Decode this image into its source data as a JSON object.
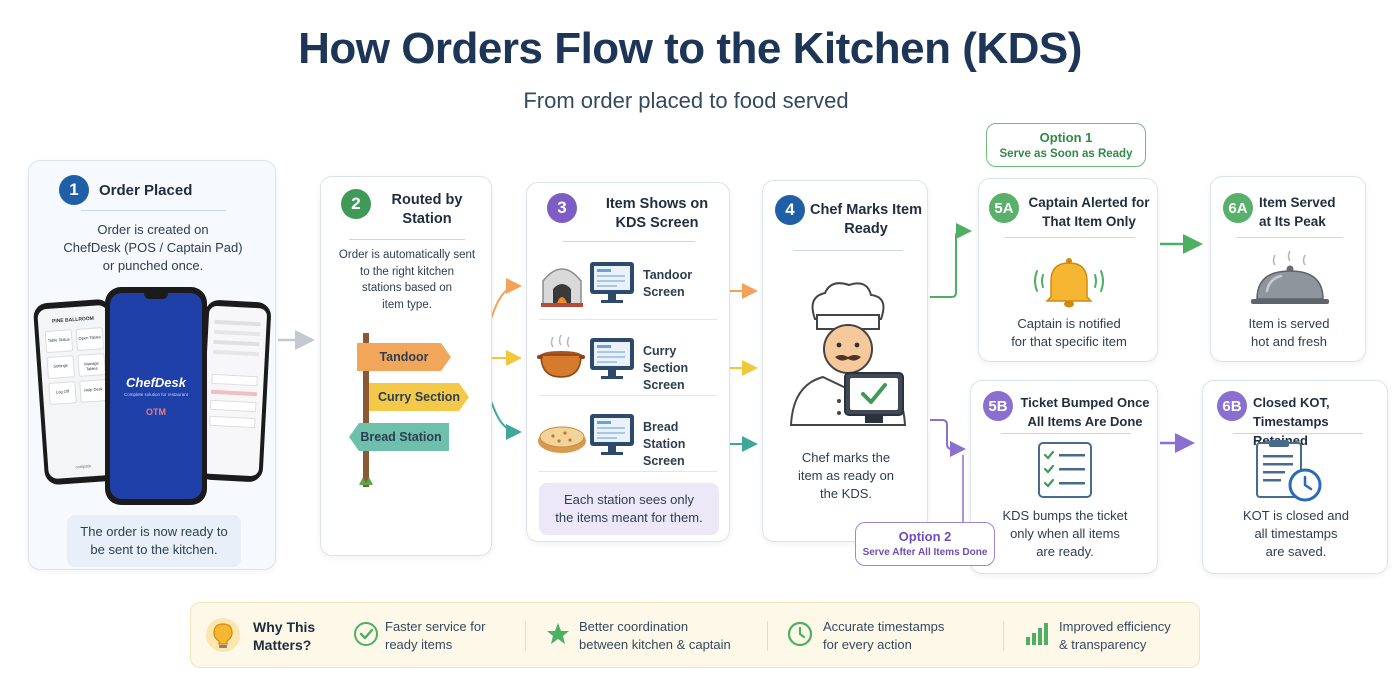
{
  "title": "How Orders Flow to the Kitchen (KDS)",
  "subtitle": "From order placed to food served",
  "step1": {
    "num": "1",
    "title": "Order Placed",
    "desc": [
      "Order is created on",
      "ChefDesk (POS / Captain Pad)",
      "or punched once."
    ],
    "phone": {
      "brand": "ChefDesk",
      "tagline": "Complete solution for restaurant",
      "label": "OTM",
      "left_header": "PINE BALLROOM",
      "left_tiles": [
        "Table Status",
        "Open Tables",
        "Settings",
        "Manage Tables",
        "Log Off",
        "Help Desk"
      ],
      "left_footer": "compath"
    },
    "note": [
      "The order is now ready to",
      "be sent to the kitchen."
    ]
  },
  "step2": {
    "num": "2",
    "title": [
      "Routed by",
      "Station"
    ],
    "desc": [
      "Order is automatically sent",
      "to the right kitchen",
      "stations based on",
      "item type."
    ],
    "signs": [
      "Tandoor",
      "Curry Section",
      "Bread Station"
    ]
  },
  "step3": {
    "num": "3",
    "title": [
      "Item Shows on",
      "KDS Screen"
    ],
    "stations": [
      {
        "name": [
          "Tandoor",
          "Screen"
        ],
        "icon": "tandoor-oven-icon"
      },
      {
        "name": [
          "Curry Section",
          "Screen"
        ],
        "icon": "curry-pot-icon"
      },
      {
        "name": [
          "Bread Station",
          "Screen"
        ],
        "icon": "bread-icon"
      }
    ],
    "note": [
      "Each station sees only",
      "the items meant for them."
    ]
  },
  "step4": {
    "num": "4",
    "title": [
      "Chef Marks Item",
      "Ready"
    ],
    "desc": [
      "Chef marks the",
      "item as ready on",
      "the KDS."
    ]
  },
  "option1": {
    "title": "Option 1",
    "sub": "Serve as Soon as Ready"
  },
  "option2": {
    "title": "Option 2",
    "sub": "Serve After All Items Done"
  },
  "step5a": {
    "num": "5A",
    "title": [
      "Captain Alerted for",
      "That Item Only"
    ],
    "desc": [
      "Captain is notified",
      "for that specific item"
    ]
  },
  "step6a": {
    "num": "6A",
    "title": [
      "Item Served",
      "at Its Peak"
    ],
    "desc": [
      "Item is served",
      "hot and fresh"
    ]
  },
  "step5b": {
    "num": "5B",
    "title": [
      "Ticket Bumped Once",
      "All Items Are Done"
    ],
    "desc": [
      "KDS bumps the ticket",
      "only when all items",
      "are ready."
    ]
  },
  "step6b": {
    "num": "6B",
    "title": [
      "Closed KOT,",
      "Timestamps Retained"
    ],
    "desc": [
      "KOT is closed and",
      "all timestamps",
      "are saved."
    ]
  },
  "footer": {
    "heading": [
      "Why This",
      "Matters?"
    ],
    "items": [
      {
        "text": [
          "Faster service for",
          "ready items"
        ],
        "icon": "check-circle-icon"
      },
      {
        "text": [
          "Better coordination",
          "between kitchen & captain"
        ],
        "icon": "star-icon"
      },
      {
        "text": [
          "Accurate timestamps",
          "for every action"
        ],
        "icon": "clock-icon"
      },
      {
        "text": [
          "Improved efficiency",
          "& transparency"
        ],
        "icon": "bar-chart-icon"
      }
    ]
  },
  "colors": {
    "navy": "#1d3557",
    "blue": "#1f5fa8",
    "green": "#3f9a58",
    "purple": "#7d5cc4",
    "orange_arrow": "#f3a259",
    "yellow_arrow": "#f0c93a",
    "teal_arrow": "#3fa89a"
  }
}
